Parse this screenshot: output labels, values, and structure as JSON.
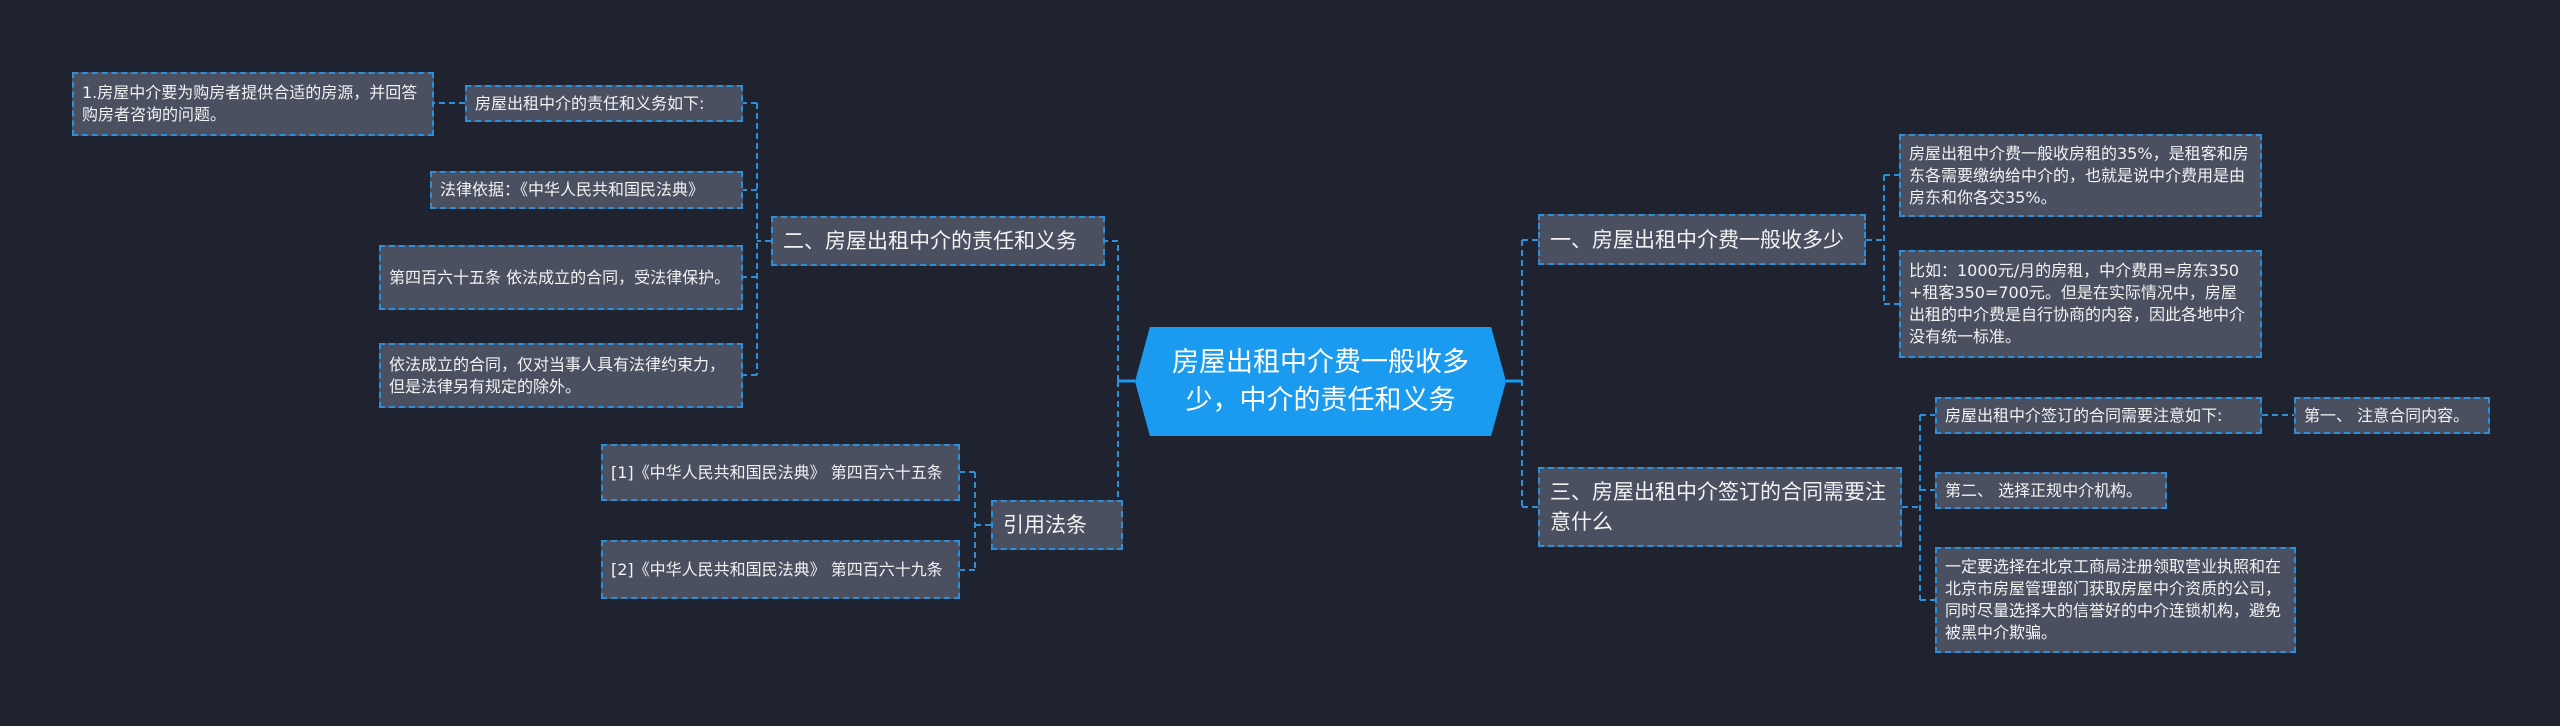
{
  "center": "房屋出租中介费一般收多少，中介的责任和义务",
  "left": {
    "branch2": {
      "title": "二、房屋出租中介的责任和义务",
      "children": [
        {
          "text": "房屋出租中介的责任和义务如下:",
          "child": "1.房屋中介要为购房者提供合适的房源，并回答购房者咨询的问题。"
        },
        {
          "text": "法律依据：《中华人民共和国民法典》"
        },
        {
          "text": "第四百六十五条 依法成立的合同，受法律保护。"
        },
        {
          "text": "依法成立的合同，仅对当事人具有法律约束力，但是法律另有规定的除外。"
        }
      ]
    },
    "refs": {
      "title": "引用法条",
      "children": [
        "[1]《中华人民共和国民法典》 第四百六十五条",
        "[2]《中华人民共和国民法典》 第四百六十九条"
      ]
    }
  },
  "right": {
    "branch1": {
      "title": "一、房屋出租中介费一般收多少",
      "children": [
        "房屋出租中介费一般收房租的35%，是租客和房东各需要缴纳给中介的，也就是说中介费用是由房东和你各交35%。",
        "比如：1000元/月的房租，中介费用=房东350+租客350=700元。但是在实际情况中，房屋出租的中介费是自行协商的内容，因此各地中介没有统一标准。"
      ]
    },
    "branch3": {
      "title": "三、房屋出租中介签订的合同需要注意什么",
      "children": [
        {
          "text": "房屋出租中介签订的合同需要注意如下:",
          "child": "第一、 注意合同内容。"
        },
        {
          "text": "第二、 选择正规中介机构。"
        },
        {
          "text": "一定要选择在北京工商局注册领取营业执照和在北京市房屋管理部门获取房屋中介资质的公司，同时尽量选择大的信誉好的中介连锁机构，避免被黑中介欺骗。"
        }
      ]
    }
  }
}
